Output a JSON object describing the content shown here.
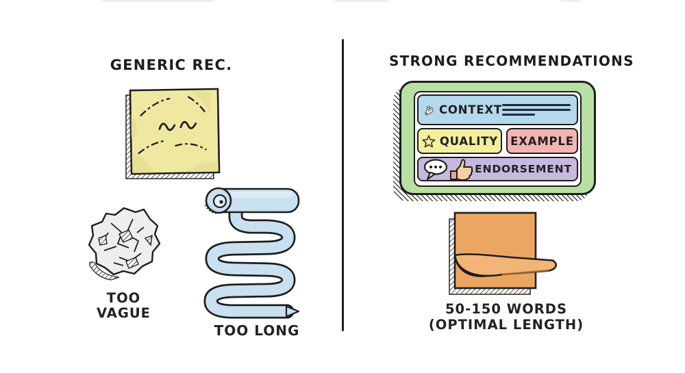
{
  "left_panel": {
    "title": "GENERIC REC.",
    "caption_vague_line1": "TOO",
    "caption_vague_line2": "VAGUE",
    "caption_long": "TOO LONG"
  },
  "right_panel": {
    "title": "STRONG RECOMMENDATIONS",
    "card": {
      "context_label": "CONTEXT",
      "quality_label": "QUALITY",
      "example_label": "EXAMPLE",
      "endorsement_label": "ENDORSEMENT"
    },
    "caption_line1": "50-150 WORDS",
    "caption_line2": "(OPTIMAL LENGTH)"
  },
  "icons": {
    "context": "clapping-hands-icon",
    "quality": "star-icon",
    "endorsement_bubble": "speech-bubble-icon",
    "endorsement_thumb": "thumbs-up-icon"
  },
  "colors": {
    "ink": "#1d1d1d",
    "background": "#ffffff",
    "card_green": "#b7e0a2",
    "row_blue": "#b4d8ec",
    "box_yellow": "#f4ef9d",
    "box_pink": "#f3b5b1",
    "row_purple": "#c7b8e0",
    "sticky_yellow": "#efe8a0",
    "note_orange": "#eda661",
    "note_orange_flap": "#f2b577",
    "scroll_blue": "#c9e0f0",
    "ball_gray": "#efeeec"
  }
}
